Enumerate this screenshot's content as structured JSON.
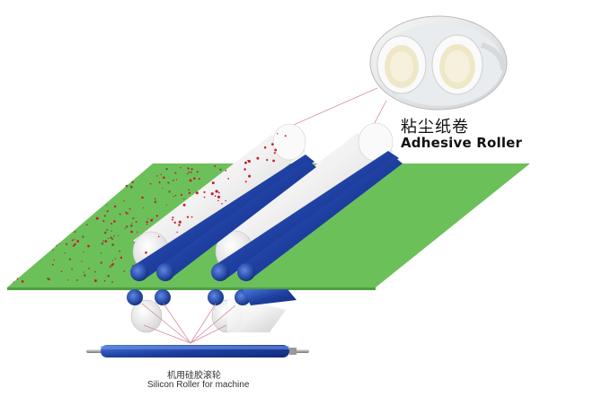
{
  "labels": {
    "adhesive_roller_cn": "粘尘纸卷",
    "adhesive_roller_en": "Adhesive Roller",
    "silicon_roller_cn": "机用硅胶滚轮",
    "silicon_roller_en": "Silicon Roller for machine"
  },
  "colors": {
    "board": "#6cc05a",
    "board_edge": "#4f9e43",
    "silicone_blue": "#1e3fa0",
    "silicone_blue_light": "#3f6fd4",
    "adhesive_white": "#f4f4f4",
    "dust_red": "#c8192c",
    "leader_line": "#d88aa0"
  }
}
